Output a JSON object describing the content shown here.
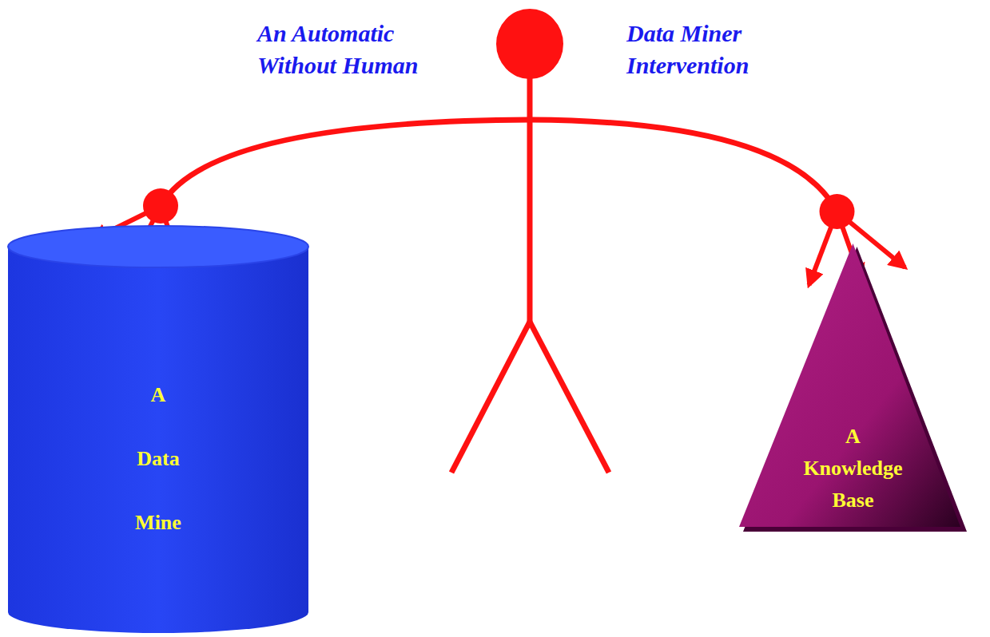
{
  "diagram": {
    "nodes": [
      {
        "text": [
          "A Data Mine"
        ]
      },
      {
        "text": [
          "A Knowledge Base"
        ]
      }
    ],
    "edges": [
      {
        "from": 0,
        "to": 1,
        "arrow": "both"
      }
    ],
    "labels": [
      "An Automatic Without Human",
      "Data Miner Intervention"
    ]
  }
}
